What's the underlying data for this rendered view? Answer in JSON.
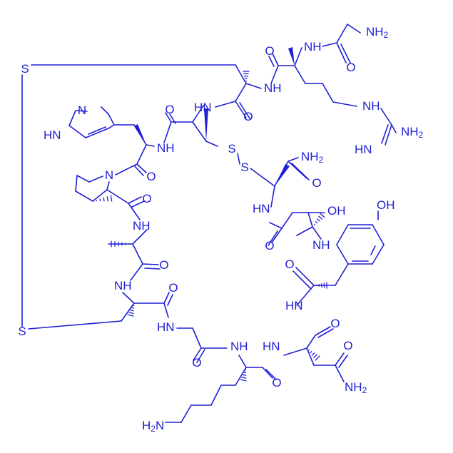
{
  "colors": {
    "ink": "#1f1fd6",
    "background": "#ffffff"
  },
  "labels": [
    {
      "id": "s-top-left",
      "text": "S"
    },
    {
      "id": "s-bottom-left",
      "text": "S"
    },
    {
      "id": "s-ss-a",
      "text": "S"
    },
    {
      "id": "s-ss-b",
      "text": "S"
    },
    {
      "id": "nh2-gly-n",
      "text": "NH",
      "sub": "2"
    },
    {
      "id": "o-gly-co",
      "text": "O"
    },
    {
      "id": "nh-arg-n",
      "text": "NH"
    },
    {
      "id": "o-arg-co",
      "text": "O"
    },
    {
      "id": "nh-arg-cys",
      "text": "NH"
    },
    {
      "id": "nh-guan-1",
      "text": "NH"
    },
    {
      "id": "nh2-guan",
      "text": "NH",
      "sub": "2"
    },
    {
      "id": "hn-guan-imine",
      "text": "HN"
    },
    {
      "id": "hn-cys-top",
      "text": "HN"
    },
    {
      "id": "o-cys-top-co",
      "text": "O"
    },
    {
      "id": "o-cys2-co",
      "text": "O"
    },
    {
      "id": "n-imidazole",
      "text": "N"
    },
    {
      "id": "hn-imidazole",
      "text": "HN"
    },
    {
      "id": "nh-his-cys2",
      "text": "NH"
    },
    {
      "id": "n-pro",
      "text": "N"
    },
    {
      "id": "o-his-co",
      "text": "O"
    },
    {
      "id": "o-pro-co",
      "text": "O"
    },
    {
      "id": "nh-pro-ala",
      "text": "NH"
    },
    {
      "id": "o-ala-co",
      "text": "O"
    },
    {
      "id": "nh-ala-cys",
      "text": "NH"
    },
    {
      "id": "o-cys-bottom-co",
      "text": "O"
    },
    {
      "id": "hn-gly-2",
      "text": "HN"
    },
    {
      "id": "o-gly2-co",
      "text": "O"
    },
    {
      "id": "nh-lys",
      "text": "NH"
    },
    {
      "id": "o-lys-co",
      "text": "O"
    },
    {
      "id": "h2n-lys",
      "text": "H",
      "sub": "2",
      "tail": "N"
    },
    {
      "id": "hn-asn",
      "text": "HN"
    },
    {
      "id": "o-asn-side",
      "text": "O"
    },
    {
      "id": "nh2-asn",
      "text": "NH",
      "sub": "2"
    },
    {
      "id": "hn-tyr",
      "text": "HN"
    },
    {
      "id": "o-asn-co",
      "text": "O"
    },
    {
      "id": "oh-tyr",
      "text": "OH"
    },
    {
      "id": "o-tyr-co",
      "text": "O"
    },
    {
      "id": "nh-tyr-ser",
      "text": "NH"
    },
    {
      "id": "o-ser-co",
      "text": "O"
    },
    {
      "id": "oh-ser",
      "text": "OH"
    },
    {
      "id": "hn-ser-cys",
      "text": "HN"
    },
    {
      "id": "nh2-cys-amide",
      "text": "NH",
      "sub": "2"
    },
    {
      "id": "o-cys-amide",
      "text": "O"
    }
  ]
}
